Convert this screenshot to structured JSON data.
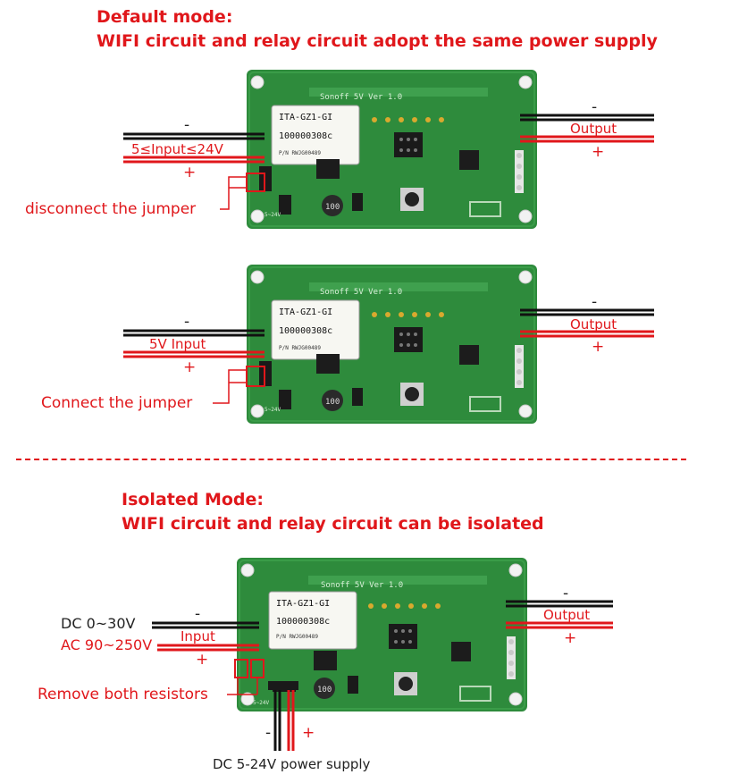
{
  "section1": {
    "title": "Default mode:",
    "subtitle": "WIFI circuit and relay circuit adopt the same power supply"
  },
  "section2": {
    "title": "Isolated Mode:",
    "subtitle": "WIFI circuit and relay circuit can be isolated"
  },
  "board": {
    "title": "Sonoff 5V Ver 1.0",
    "module_line1": "ITA-GZ1-GI",
    "module_line2": "100000308c",
    "module_line3": "P/N RWJG00489",
    "inductor": "100",
    "marking": "5~24V"
  },
  "diagram1": {
    "minus_in": "-",
    "input_label": "5≤Input≤24V",
    "plus_in": "+",
    "jumper_label": "disconnect the jumper",
    "output_minus": "-",
    "output_label": "Output",
    "output_plus": "+"
  },
  "diagram2": {
    "minus_in": "-",
    "input_label": "5V Input",
    "plus_in": "+",
    "jumper_label": "Connect the jumper",
    "output_minus": "-",
    "output_label": "Output",
    "output_plus": "+"
  },
  "diagram3": {
    "dc_label": "DC 0~30V",
    "minus_in": "-",
    "input_label": "Input",
    "ac_label": "AC 90~250V",
    "plus_in": "+",
    "resistor_label": "Remove both resistors",
    "supply_minus": "-",
    "supply_plus": "+",
    "supply_label": "DC 5-24V power supply",
    "output_minus": "-",
    "output_label": "Output",
    "output_plus": "+"
  },
  "colors": {
    "accent_red": "#e0171b",
    "pcb_green": "#2e8b3c",
    "wire_black": "#111111"
  }
}
